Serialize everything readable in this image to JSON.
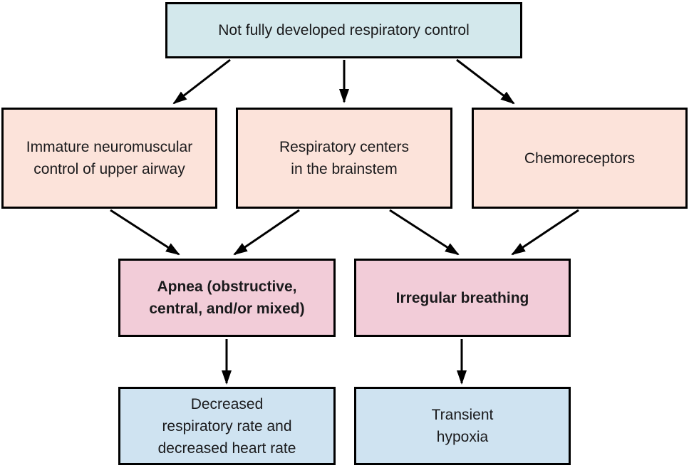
{
  "diagram": {
    "title": "Not fully developed respiratory control flowchart",
    "nodes": {
      "root": {
        "id": "root",
        "lines": [
          "Not fully developed respiratory control"
        ]
      },
      "immature": {
        "id": "immature",
        "lines": [
          "Immature neuromuscular",
          "control of upper airway"
        ]
      },
      "brainstem": {
        "id": "brainstem",
        "lines": [
          "Respiratory centers",
          "in the brainstem"
        ]
      },
      "chemo": {
        "id": "chemo",
        "lines": [
          "Chemoreceptors"
        ]
      },
      "apnea": {
        "id": "apnea",
        "lines": [
          "Apnea (obstructive,",
          "central, and/or mixed)"
        ],
        "emphasis": "bold"
      },
      "irregular": {
        "id": "irregular",
        "lines": [
          "Irregular breathing"
        ],
        "emphasis": "bold"
      },
      "decreased": {
        "id": "decreased",
        "lines": [
          "Decreased",
          "respiratory rate and",
          "decreased heart rate"
        ]
      },
      "transient": {
        "id": "transient",
        "lines": [
          "Transient",
          "hypoxia"
        ]
      }
    },
    "edges": [
      {
        "from": "root",
        "to": "immature"
      },
      {
        "from": "root",
        "to": "brainstem"
      },
      {
        "from": "root",
        "to": "chemo"
      },
      {
        "from": "immature",
        "to": "apnea"
      },
      {
        "from": "brainstem",
        "to": "apnea"
      },
      {
        "from": "brainstem",
        "to": "irregular"
      },
      {
        "from": "chemo",
        "to": "irregular"
      },
      {
        "from": "apnea",
        "to": "decreased"
      },
      {
        "from": "irregular",
        "to": "transient"
      }
    ]
  },
  "colors": {
    "root-fill": "#d3e8ec",
    "cause-fill": "#fce3da",
    "condition-fill": "#f2ccd8",
    "outcome-fill": "#cfe3f1",
    "border": "#000000",
    "arrow": "#000000",
    "text": "#1a1a1c",
    "background": "#ffffff"
  }
}
